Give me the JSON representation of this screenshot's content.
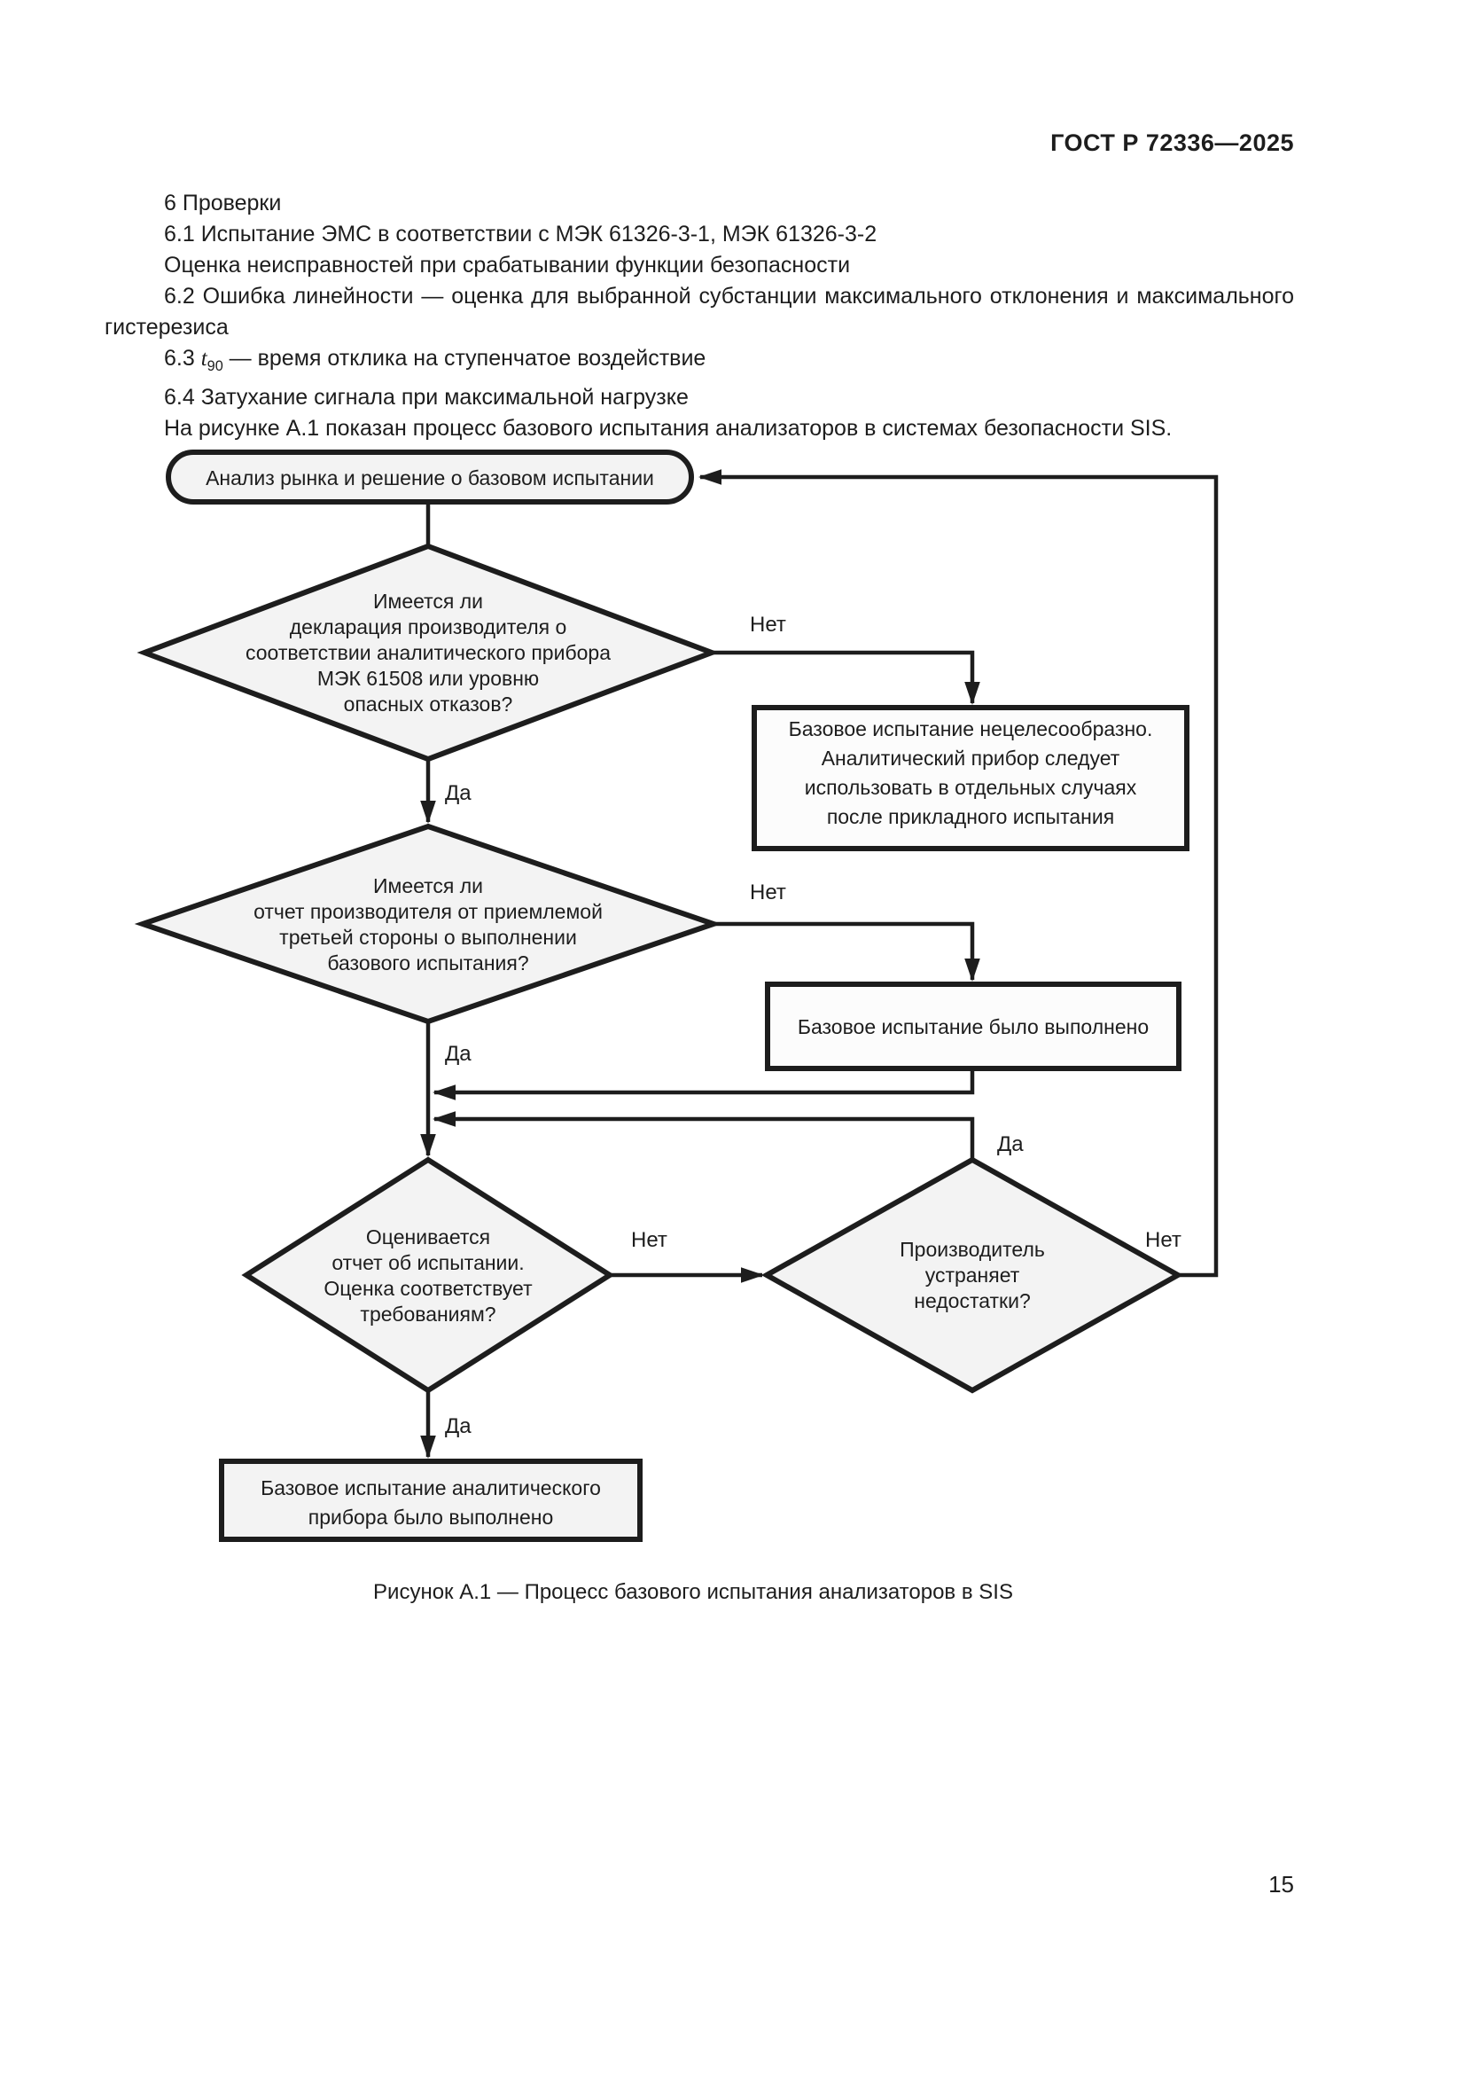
{
  "page": {
    "header": "ГОСТ Р 72336—2025",
    "page_number": "15",
    "caption": "Рисунок А.1 — Процесс базового испытания анализаторов в SIS"
  },
  "clauses": {
    "c6": "6 Проверки",
    "c61": "6.1 Испытание ЭМС в соответствии с МЭК 61326-3-1, МЭК 61326-3-2",
    "c61b": "Оценка неисправностей при срабатывании функции безопасности",
    "c62": "6.2 Ошибка линейности — оценка для выбранной субстанции максимального отклонения и максимального гистерезиса",
    "c63": {
      "num": "6.3 ",
      "var": "t",
      "sub": "90",
      "rest": " — время отклика на ступенчатое воздействие"
    },
    "c64": "6.4 Затухание сигнала при максимальной нагрузке",
    "intro": "На рисунке А.1 показан процесс базового испытания анализаторов в системах безопасности SIS."
  },
  "flowchart": {
    "labels": {
      "yes": "Да",
      "no": "Нет"
    },
    "start": "Анализ рынка и решение о базовом испытании",
    "d1": {
      "lines": [
        "Имеется ли",
        "декларация производителя о",
        "соответствии аналитического прибора",
        "МЭК 61508 или уровню",
        "опасных отказов?"
      ]
    },
    "d2": {
      "lines": [
        "Имеется ли",
        "отчет производителя от приемлемой",
        "третьей стороны о выполнении",
        "базового испытания?"
      ]
    },
    "d3": {
      "lines": [
        "Оценивается",
        "отчет об испытании.",
        "Оценка соответствует",
        "требованиям?"
      ]
    },
    "d4": {
      "lines": [
        "Производитель",
        "устраняет",
        "недостатки?"
      ]
    },
    "r1": {
      "lines": [
        "Базовое испытание нецелесообразно.",
        "Аналитический прибор следует",
        "использовать в отдельных случаях",
        "после прикладного испытания"
      ]
    },
    "r2": {
      "lines": [
        "Базовое испытание было выполнено"
      ]
    },
    "r3": {
      "lines": [
        "Базовое испытание аналитического",
        "прибора было выполнено"
      ]
    }
  }
}
